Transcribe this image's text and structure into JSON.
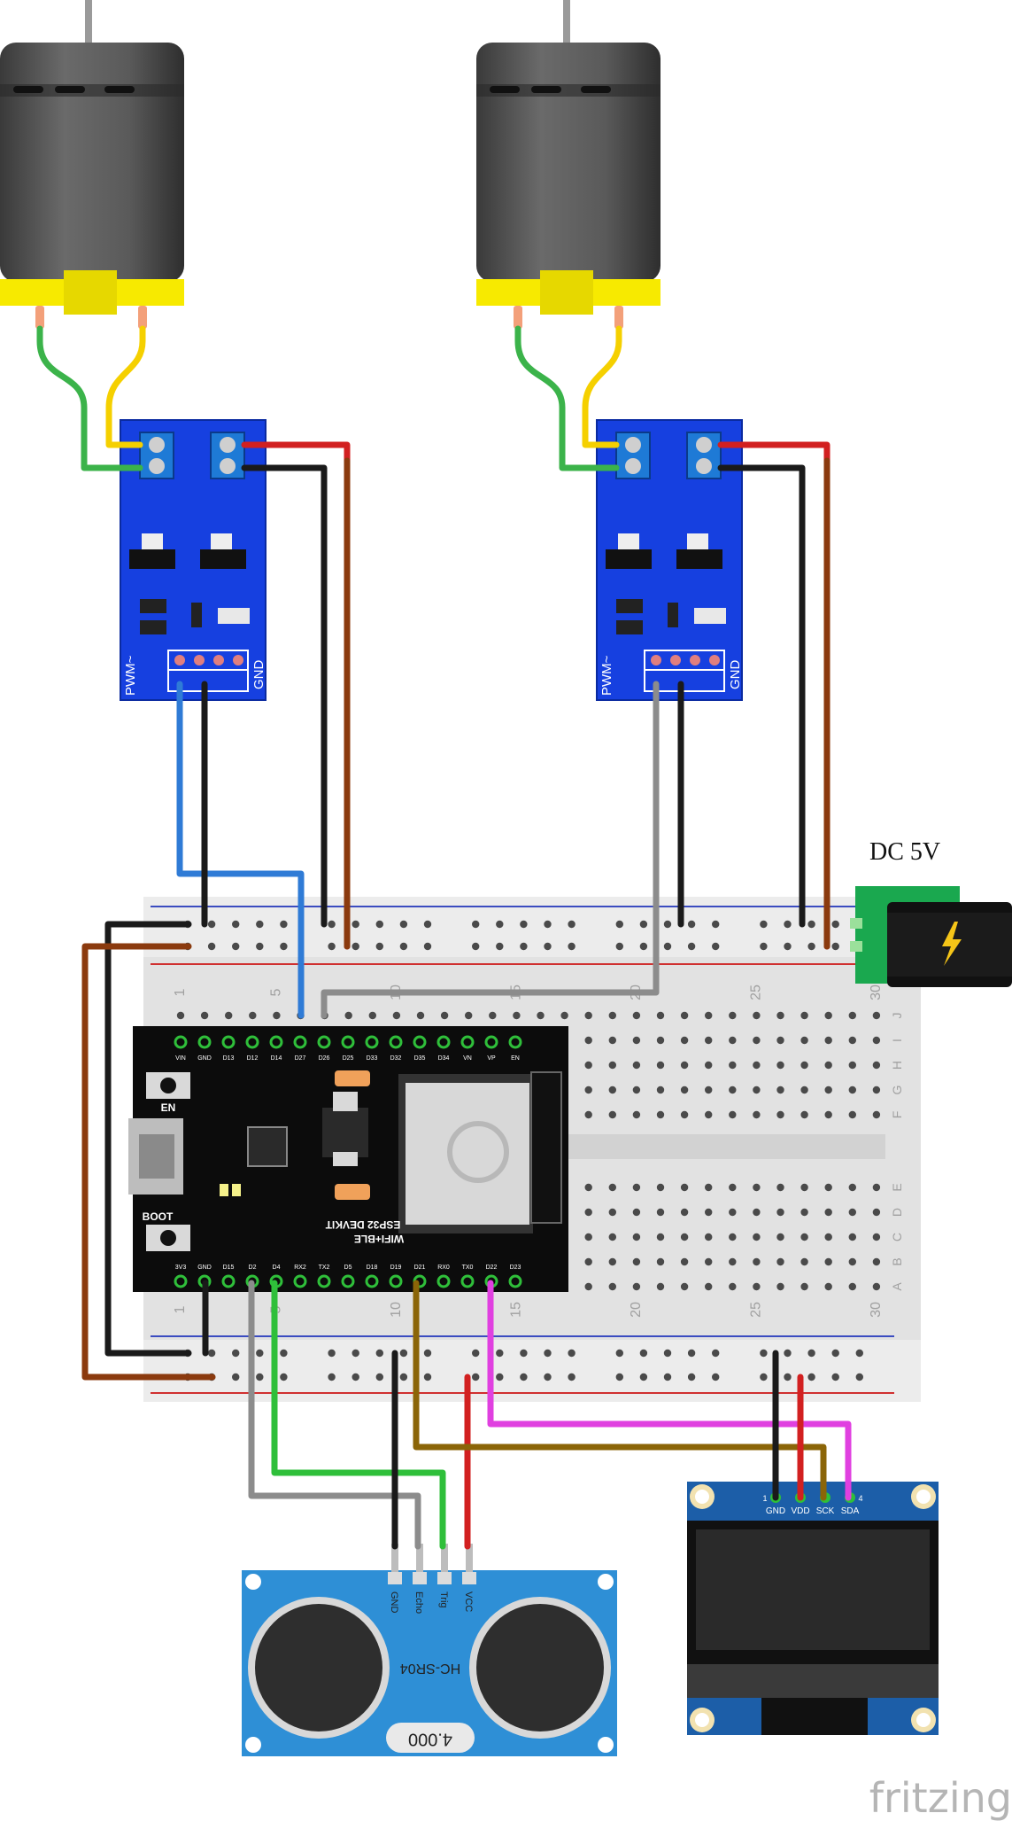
{
  "power": {
    "label": "DC  5V"
  },
  "driver": {
    "pwm_label": "PWM~",
    "gnd_label": "GND"
  },
  "esp32": {
    "board_label": "ESP32 DEVKIT",
    "wifi_label": "WIFI+BLE",
    "en_label": "EN",
    "boot_label": "BOOT",
    "top_pins": [
      "VIN",
      "GND",
      "D13",
      "D12",
      "D14",
      "D27",
      "D26",
      "D25",
      "D33",
      "D32",
      "D35",
      "D34",
      "VN",
      "VP",
      "EN"
    ],
    "bottom_pins": [
      "3V3",
      "GND",
      "D15",
      "D2",
      "D4",
      "RX2",
      "TX2",
      "D5",
      "D18",
      "D19",
      "D21",
      "RX0",
      "TX0",
      "D22",
      "D23"
    ]
  },
  "breadboard": {
    "col_numbers": [
      "1",
      "5",
      "10",
      "15",
      "20",
      "25",
      "30"
    ],
    "row_letters_top": [
      "J",
      "I",
      "H",
      "G",
      "F"
    ],
    "row_letters_bottom": [
      "E",
      "D",
      "C",
      "B",
      "A"
    ]
  },
  "oled": {
    "pins": [
      "GND",
      "VDD",
      "SCK",
      "SDA"
    ],
    "pin_first": "1",
    "pin_last": "4"
  },
  "ultrasonic": {
    "pins": [
      "GND",
      "Echo",
      "Trig",
      "VCC"
    ],
    "model": "HC-SR04",
    "badge": "4.000"
  },
  "watermark": "fritzing"
}
